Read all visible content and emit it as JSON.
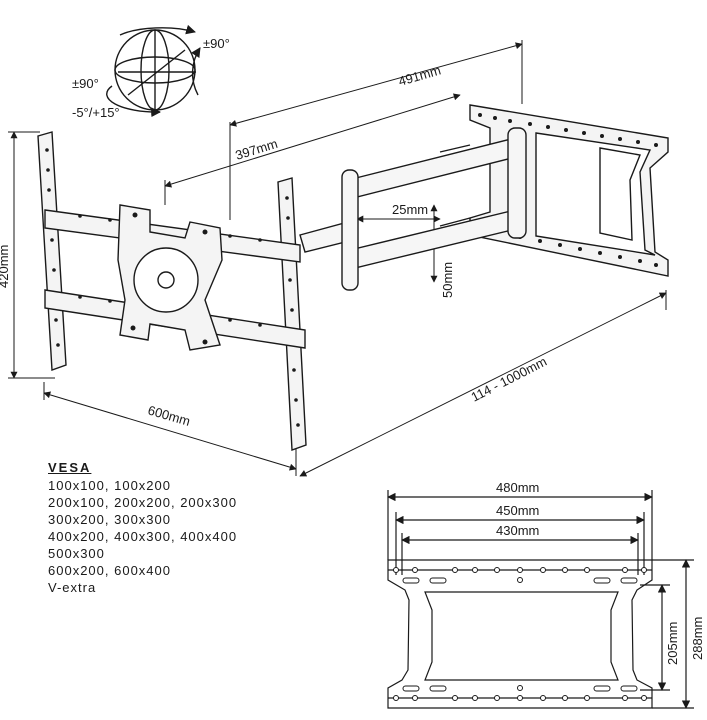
{
  "dimensions": {
    "depth_extended": "491mm",
    "arm_length": "397mm",
    "height_left": "420mm",
    "width_tv_bracket": "600mm",
    "distance_range": "114 - 1000mm",
    "arm_width": "25mm",
    "arm_height": "50mm"
  },
  "rotation": {
    "swivel": "±90°",
    "rotate": "±90°",
    "tilt": "-5°/+15°"
  },
  "vesa": {
    "title": "VESA",
    "lines": [
      "100x100, 100x200",
      "200x100, 200x200, 200x300",
      "300x200, 300x300",
      "400x200, 400x300, 400x400",
      "500x300",
      "600x200, 600x400",
      "V-extra"
    ]
  },
  "wall_plate": {
    "width_outer": "480mm",
    "width_middle": "450mm",
    "width_inner": "430mm",
    "height_outer": "288mm",
    "height_inner": "205mm"
  }
}
